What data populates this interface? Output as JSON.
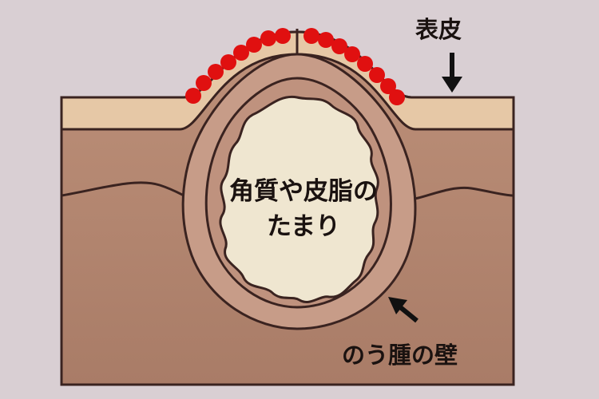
{
  "labels": {
    "epidermis": "表皮",
    "contents_line1": "角質や皮脂の",
    "contents_line2": "たまり",
    "cyst_wall": "のう腫の壁"
  },
  "colors": {
    "background": "#d9cfd3",
    "epidermis_layer": "#e6c8a6",
    "dermis": "#b98c76",
    "dermis_lower": "#ad806b",
    "cyst_wall": "#caa08c",
    "cyst_inner": "#c29683",
    "contents": "#efe6d0",
    "redness": "#e01010",
    "outline": "#3a2320"
  }
}
